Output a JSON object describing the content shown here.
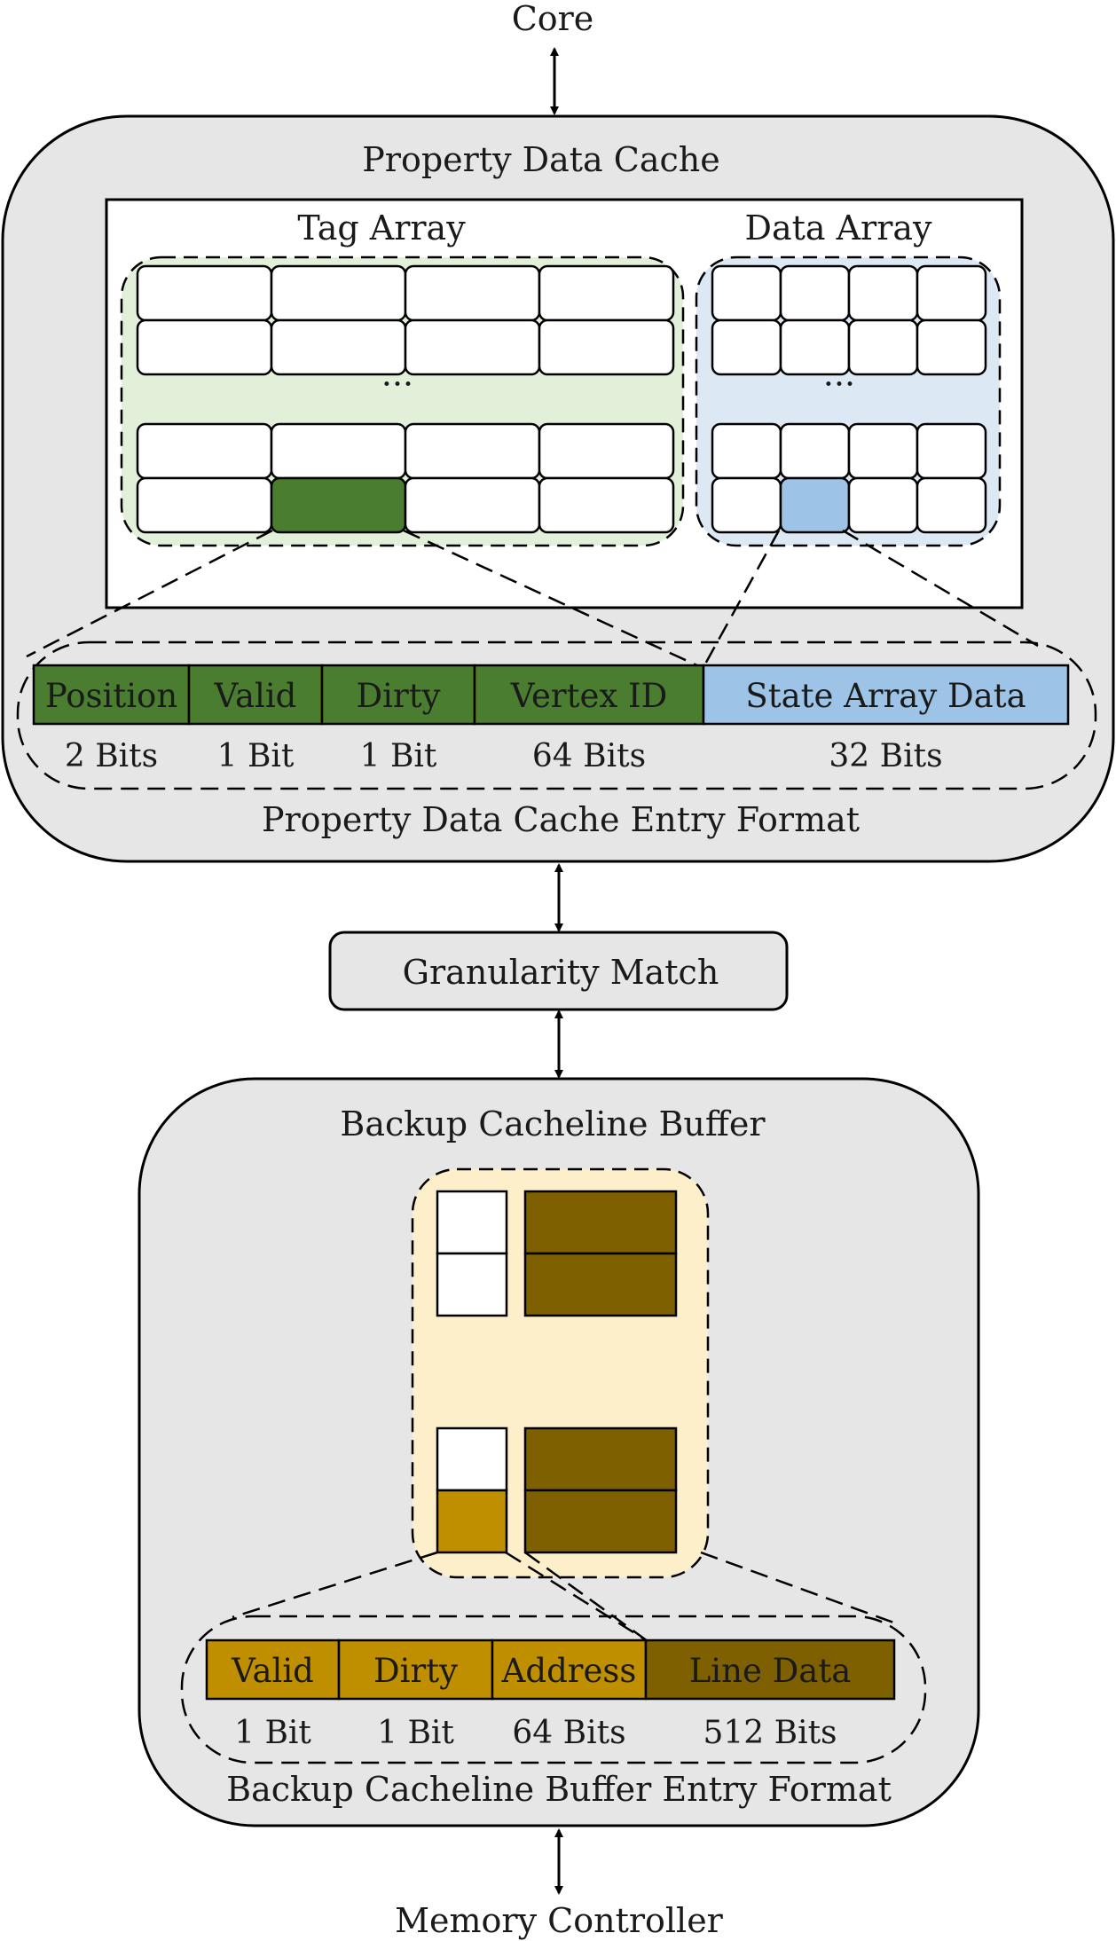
{
  "top_io": {
    "label": "Core"
  },
  "bottom_io": {
    "label": "Memory Controller"
  },
  "property_cache": {
    "title": "Property Data Cache",
    "tag_array_label": "Tag Array",
    "data_array_label": "Data Array",
    "ellipsis": "···",
    "entry_format_label": "Property Data Cache Entry Format",
    "fields": [
      {
        "name": "Position",
        "bits": "2 Bits"
      },
      {
        "name": "Valid",
        "bits": "1 Bit"
      },
      {
        "name": "Dirty",
        "bits": "1 Bit"
      },
      {
        "name": "Vertex ID",
        "bits": "64 Bits"
      },
      {
        "name": "State Array Data",
        "bits": "32 Bits"
      }
    ]
  },
  "granularity": {
    "label": "Granularity Match"
  },
  "backup_buffer": {
    "title": "Backup Cacheline Buffer",
    "entry_format_label": "Backup Cacheline Buffer Entry Format",
    "fields": [
      {
        "name": "Valid",
        "bits": "1 Bit"
      },
      {
        "name": "Dirty",
        "bits": "1 Bit"
      },
      {
        "name": "Address",
        "bits": "64 Bits"
      },
      {
        "name": "Line Data",
        "bits": "512 Bits"
      }
    ]
  },
  "colors": {
    "panel_fill": "#e6e6e6",
    "tag_region": "#e2efd9",
    "data_region": "#dde8f5",
    "tag_green": "#4a7d2f",
    "data_blue": "#9dc3e6",
    "buffer_region": "#fdefc9",
    "buffer_gold": "#bf8f00",
    "buffer_brown": "#7f6000"
  }
}
